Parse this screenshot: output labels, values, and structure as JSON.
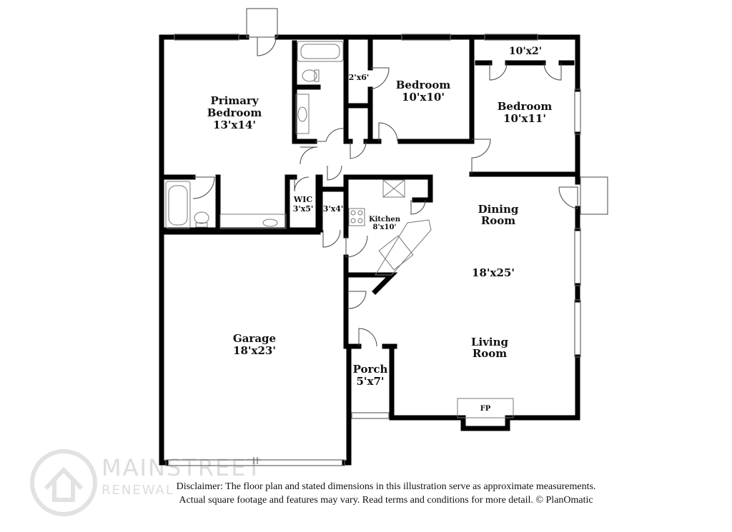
{
  "rooms": {
    "primary_bedroom": {
      "name_line1": "Primary",
      "name_line2": "Bedroom",
      "dims": "13'x14'"
    },
    "bedroom_2": {
      "name": "Bedroom",
      "dims": "10'x10'"
    },
    "bedroom_3": {
      "name": "Bedroom",
      "dims": "10'x11'"
    },
    "closet_top": {
      "dims": "10'x2'"
    },
    "closet_hall": {
      "dims": "2'x6'"
    },
    "wic": {
      "name": "WIC",
      "dims": "3'x5'"
    },
    "closet_small": {
      "dims": "3'x4'"
    },
    "kitchen": {
      "name": "Kitchen",
      "dims": "8'x10'"
    },
    "dining": {
      "name": "Dining",
      "name2": "Room"
    },
    "living_dining": {
      "dims": "18'x25'"
    },
    "living": {
      "name": "Living",
      "name2": "Room"
    },
    "garage": {
      "name": "Garage",
      "dims": "18'x23'"
    },
    "porch": {
      "name": "Porch",
      "dims": "5'x7'"
    },
    "fireplace": {
      "label": "FP"
    }
  },
  "disclaimer": {
    "line1": "Disclaimer: The floor plan and stated dimensions in this illustration serve as approximate measurements.",
    "line2": "Actual square footage and features may vary. Read terms and conditions for more detail. © PlanOmatic"
  },
  "watermark": {
    "line1": "MAINSTREET",
    "line2": "RENEWAL"
  },
  "colors": {
    "wall": "#000000",
    "fixture": "#777777",
    "watermark": "#dcdcdc"
  }
}
